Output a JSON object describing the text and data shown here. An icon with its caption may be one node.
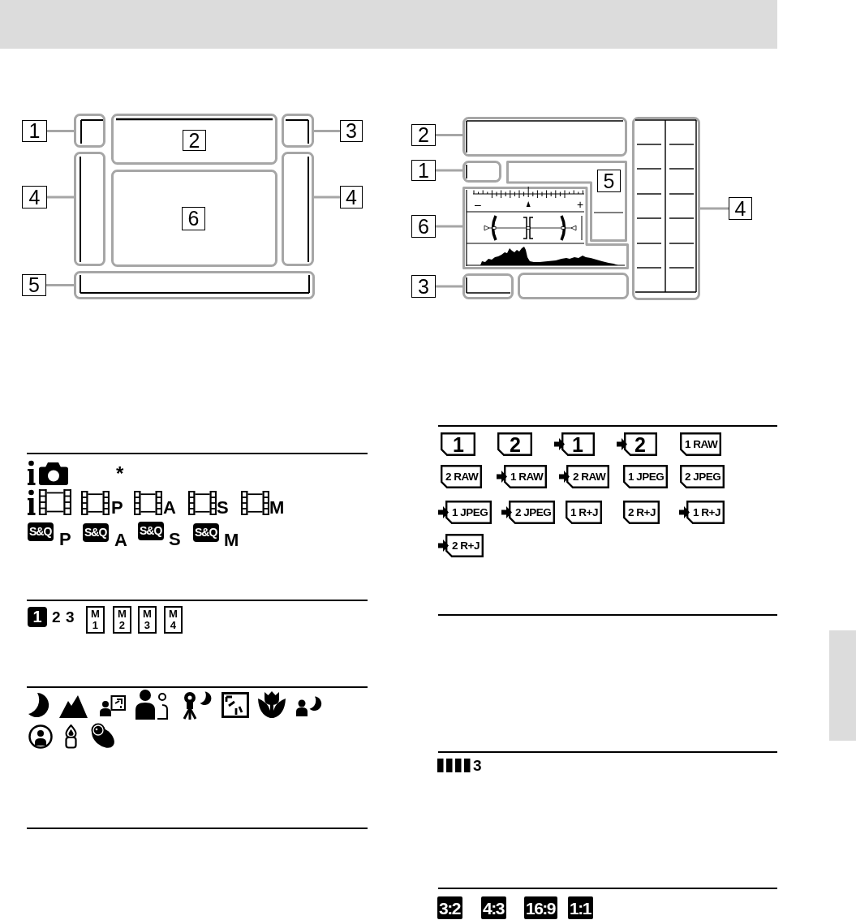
{
  "diagram": {
    "nodes": [
      {
        "text": [
          "1"
        ]
      },
      {
        "text": [],
        "shape": "box"
      },
      {
        "text": [],
        "shape": "box"
      },
      {
        "text": [
          "2"
        ],
        "in": 2
      },
      {
        "text": [],
        "shape": "box"
      },
      {
        "text": [
          "3"
        ]
      },
      {
        "text": [
          "4"
        ]
      },
      {
        "text": [],
        "shape": "box"
      },
      {
        "text": [],
        "shape": "box"
      },
      {
        "text": [
          "6"
        ],
        "in": 8
      },
      {
        "text": [],
        "shape": "box"
      },
      {
        "text": [
          "4"
        ]
      },
      {
        "text": [
          "5"
        ]
      },
      {
        "text": [],
        "shape": "box"
      },
      {
        "text": [
          "2"
        ]
      },
      {
        "text": [],
        "shape": "box"
      },
      {
        "text": [],
        "shape": "box"
      },
      {
        "text": [
          "1"
        ]
      },
      {
        "text": [],
        "shape": "box"
      },
      {
        "text": [],
        "shape": "box"
      },
      {
        "text": [
          "5"
        ],
        "in": 19
      },
      {
        "text": [
          "6"
        ]
      },
      {
        "text": [],
        "shape": "box"
      },
      {
        "text": [
          "4"
        ]
      },
      {
        "text": [
          "3"
        ]
      },
      {
        "text": [],
        "shape": "box"
      },
      {
        "text": [],
        "shape": "box"
      }
    ],
    "edges": [
      {
        "from": 0,
        "to": 1,
        "arrow": "none"
      },
      {
        "from": 5,
        "to": 4,
        "arrow": "none"
      },
      {
        "from": 6,
        "to": 7,
        "arrow": "none"
      },
      {
        "from": 11,
        "to": 10,
        "arrow": "none"
      },
      {
        "from": 12,
        "to": 13,
        "arrow": "none"
      },
      {
        "from": 14,
        "to": 15,
        "arrow": "none"
      },
      {
        "from": 17,
        "to": 18,
        "arrow": "none"
      },
      {
        "from": 21,
        "to": 22,
        "arrow": "none"
      },
      {
        "from": 23,
        "to": 16,
        "arrow": "none"
      },
      {
        "from": 24,
        "to": 25,
        "arrow": "none"
      }
    ],
    "labels": [
      "–",
      "+",
      "*",
      "P",
      "A",
      "S",
      "M",
      "S&Q",
      "P",
      "S&Q",
      "A",
      "S&Q",
      "S",
      "S&Q",
      "M",
      "1",
      "2",
      "3",
      "M 1",
      "M 2",
      "M 3",
      "M 4",
      "1",
      "2",
      "1",
      "2",
      "1 RAW",
      "2 RAW",
      "1 RAW",
      "2 RAW",
      "1 JPEG",
      "2 JPEG",
      "1 JPEG",
      "2 JPEG",
      "1 R+J",
      "2 R+J",
      "1 R+J",
      "2 R+J",
      "3",
      "3:2",
      "4:3",
      "16:9",
      "1:1"
    ]
  }
}
